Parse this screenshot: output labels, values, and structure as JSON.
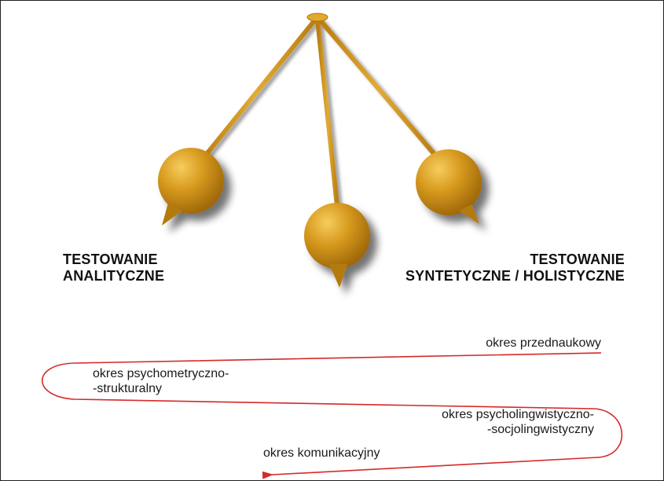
{
  "labels": {
    "analytic_line1": "TESTOWANIE",
    "analytic_line2": "ANALITYCZNE",
    "synthetic_line1": "TESTOWANIE",
    "synthetic_line2": "SYNTETYCZNE / HOLISTYCZNE"
  },
  "periods": [
    {
      "line1": "okres przednaukowy",
      "line2": ""
    },
    {
      "line1": "okres psychometryczno-",
      "line2": "-strukturalny"
    },
    {
      "line1": "okres psycholingwistyczno-",
      "line2": "-socjolingwistyczny"
    },
    {
      "line1": "okres komunikacyjny",
      "line2": ""
    }
  ],
  "colors": {
    "gold": "#d79a1e",
    "gold_dark": "#a9700a",
    "gold_light": "#f3c453",
    "arrow": "#d42a2a",
    "text": "#111111"
  }
}
